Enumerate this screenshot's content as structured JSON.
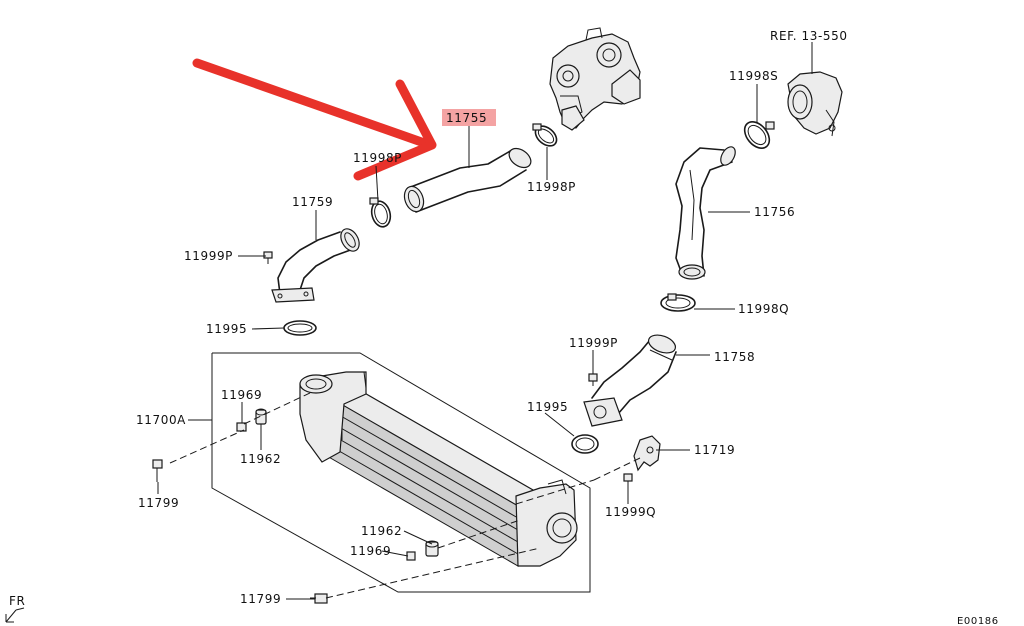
{
  "diagram": {
    "title_ref": "REF. 13-550",
    "footer_code": "E00186",
    "fr_label": "FR",
    "highlight_color": "#f4a3a3",
    "arrow_color": "#e8322a",
    "labels": {
      "p11755": "11755",
      "p11998s": "11998S",
      "p11998p_a": "11998P",
      "p11998p_b": "11998P",
      "p11759": "11759",
      "p11756": "11756",
      "p11999p_a": "11999P",
      "p11995_a": "11995",
      "p11998q": "11998Q",
      "p11999p_b": "11999P",
      "p11758": "11758",
      "p11969_a": "11969",
      "p11700a": "11700A",
      "p11962_a": "11962",
      "p11995_b": "11995",
      "p11719": "11719",
      "p11799_a": "11799",
      "p11999q": "11999Q",
      "p11962_b": "11962",
      "p11969_b": "11969",
      "p11799_b": "11799"
    }
  }
}
